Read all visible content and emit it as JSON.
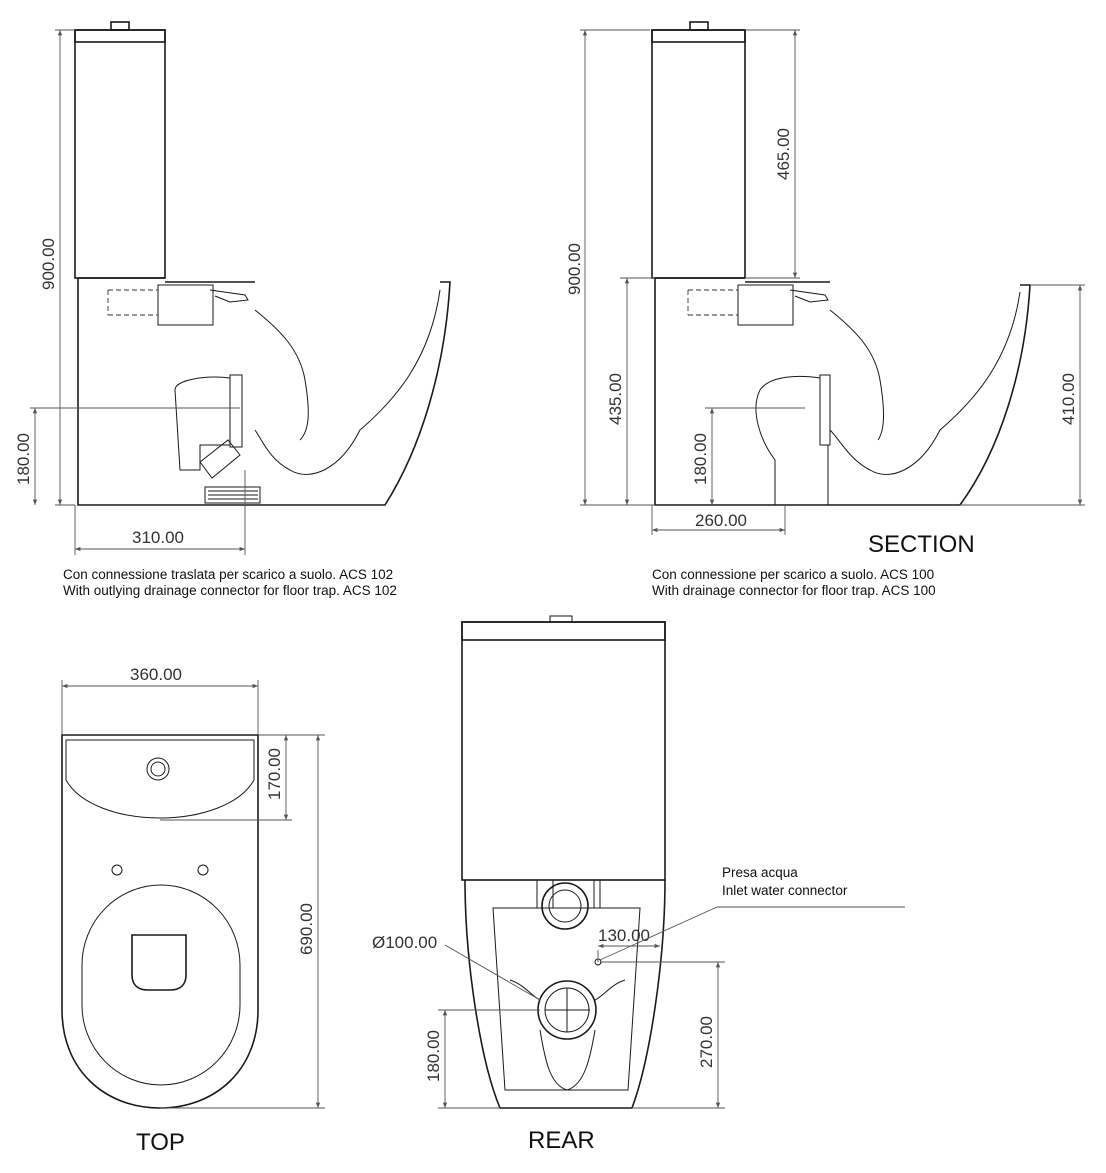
{
  "side_view_offset": {
    "dim_height": "900.00",
    "dim_outlet_height": "180.00",
    "dim_outlet_distance": "310.00",
    "caption_it": "Con connessione traslata per scarico a suolo. ACS 102",
    "caption_en": "With outlying drainage connector for floor trap. ACS 102"
  },
  "side_view_section": {
    "title": "SECTION",
    "dim_height": "900.00",
    "dim_tank": "465.00",
    "dim_bowl": "435.00",
    "dim_rim": "410.00",
    "dim_outlet_height": "180.00",
    "dim_outlet_distance": "260.00",
    "caption_it": "Con connessione per scarico a suolo. ACS 100",
    "caption_en": "With drainage connector for floor trap. ACS 100"
  },
  "top_view": {
    "title": "TOP",
    "dim_width": "360.00",
    "dim_tank_depth": "170.00",
    "dim_length": "690.00"
  },
  "rear_view": {
    "title": "REAR",
    "dim_diameter": "Ø100.00",
    "dim_inlet_offset": "130.00",
    "dim_inlet_height": "270.00",
    "dim_outlet_height": "180.00",
    "inlet_label_it": "Presa acqua",
    "inlet_label_en": "Inlet water connector"
  }
}
